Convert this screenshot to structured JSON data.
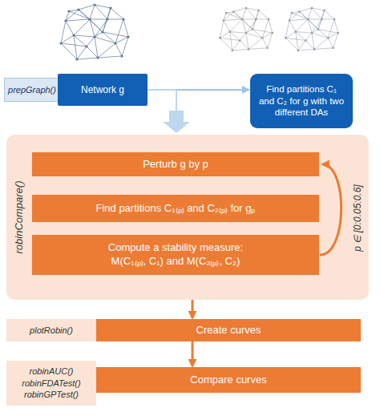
{
  "diagram": {
    "nodes": [
      {
        "text": [
          "prepGraph()"
        ]
      },
      {
        "text": [
          "Network g"
        ]
      },
      {
        "text": [
          "Find partitions C₁ and C₂ for g with two different DAs"
        ]
      },
      {
        "text": [
          "robinCompare()"
        ]
      },
      {
        "text": [
          "Perturb g by p"
        ],
        "in": 3
      },
      {
        "text": [
          "Find partitions C₁₍ₚ₎ and C₂₍ₚ₎ for gₚ"
        ],
        "in": 3
      },
      {
        "text": [
          "Compute a stability measure:",
          "M(C₁₍ₚ₎, C₁) and M(C₂₍ₚ₎, C₂)"
        ],
        "in": 3
      },
      {
        "text": [
          "plotRobin()"
        ]
      },
      {
        "text": [
          "Create curves"
        ]
      },
      {
        "text": [
          "robinAUC()",
          "robinFDATest()",
          "robinGPTest()"
        ]
      },
      {
        "text": [
          "Compare curves"
        ]
      }
    ],
    "edges": [
      {
        "from": 1,
        "to": 2,
        "arrow": "to"
      },
      {
        "from": 1,
        "to": 3,
        "arrow": "to"
      },
      {
        "from": 6,
        "to": 4,
        "arrow": "to"
      },
      {
        "from": 3,
        "to": 8,
        "arrow": "to"
      },
      {
        "from": 8,
        "to": 10,
        "arrow": "to"
      }
    ],
    "labels": [
      "p ∈ [0:0.05:0.6]"
    ]
  }
}
